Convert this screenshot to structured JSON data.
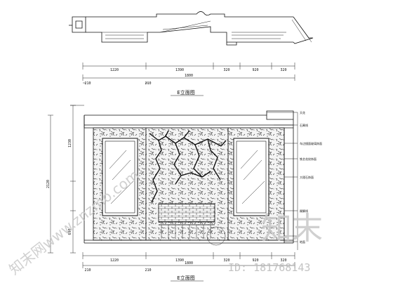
{
  "plan": {
    "title": "E立面图",
    "dimensions_top": [
      "1220",
      "1390",
      "320",
      "920",
      "320"
    ],
    "total_top": "1800",
    "small_left": "210",
    "small_mid": "210"
  },
  "elevation": {
    "title": "E立面图",
    "dimensions_bottom": [
      "1220",
      "1390",
      "320",
      "920",
      "320"
    ],
    "total_bottom": "1800",
    "small_left": "210",
    "small_mid": "210",
    "left_total": "2120",
    "left_parts": [
      "1230",
      "690"
    ],
    "notes": [
      "天花",
      "石膏线",
      "车边镜面玻璃饰面",
      "铁艺花纹饰面",
      "大理石饰面",
      "踢脚线",
      "地面"
    ]
  },
  "watermark": {
    "site": "知末网www.znzmo.com",
    "brand": "知末",
    "id_label": "ID: 181768143"
  }
}
